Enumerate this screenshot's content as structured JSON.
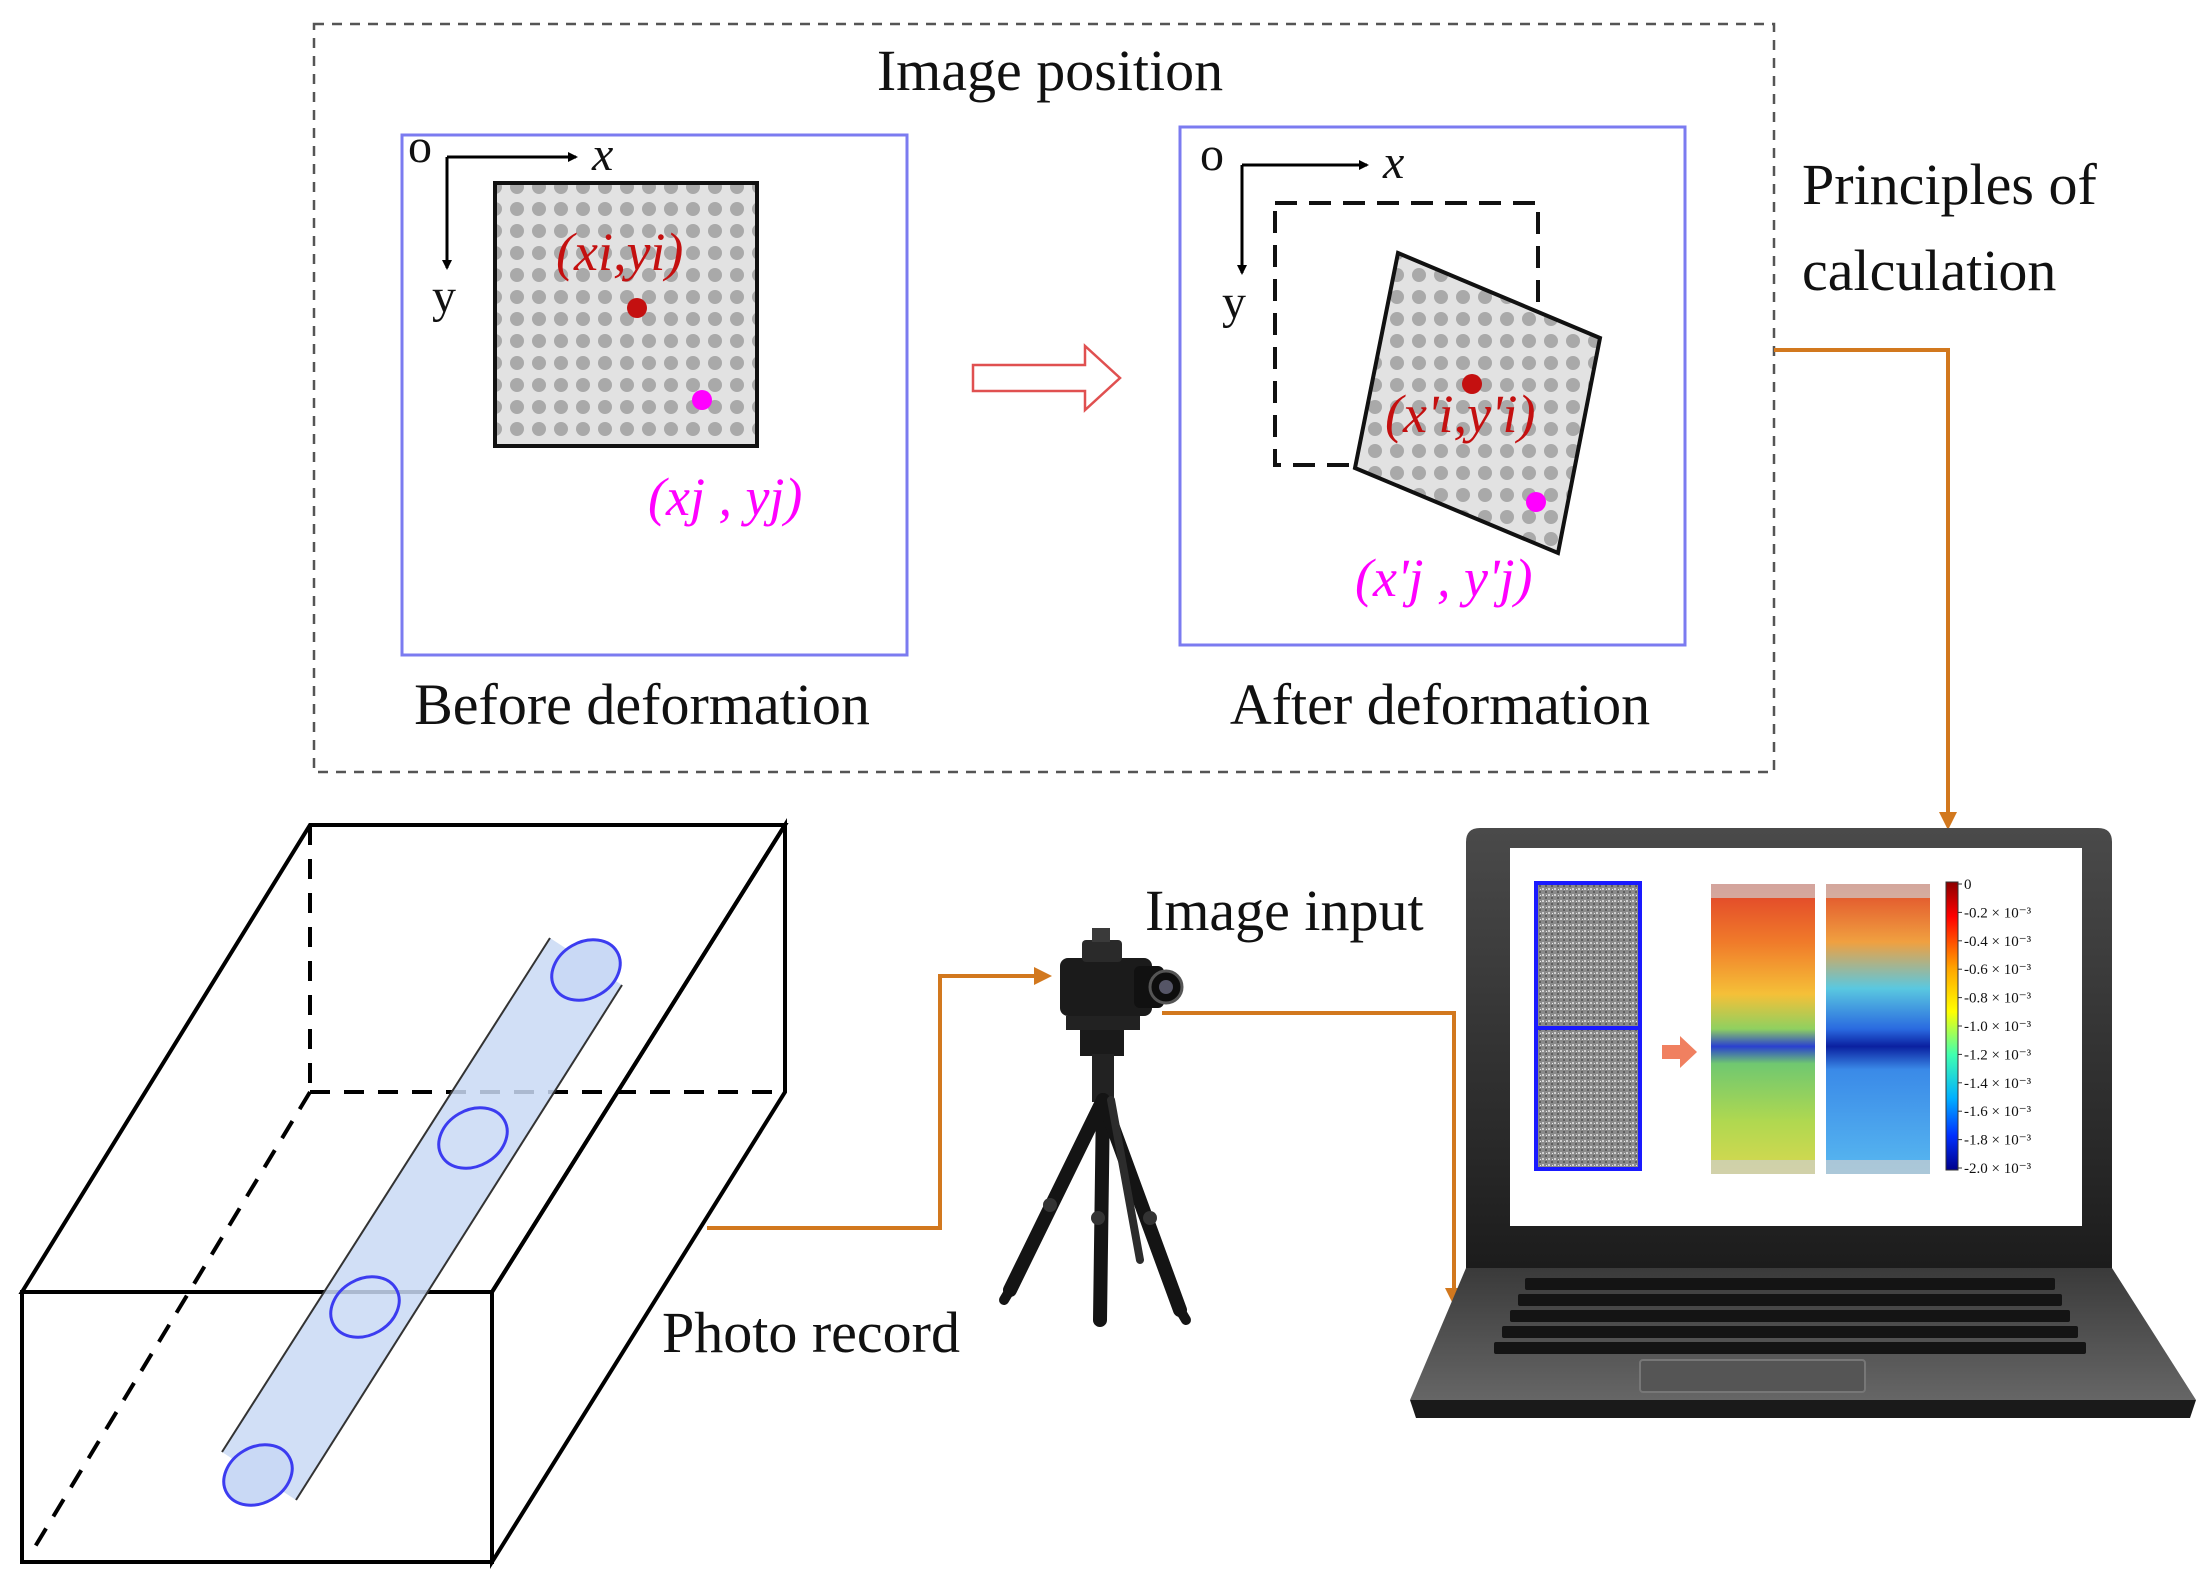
{
  "labels": {
    "image_position": "Image position",
    "principles_line1": "Principles of",
    "principles_line2": "calculation",
    "before": "Before deformation",
    "after": "After deformation",
    "image_input": "Image input",
    "photo_record": "Photo record"
  },
  "before_panel": {
    "origin": "o",
    "x_axis": "x",
    "y_axis": "y",
    "point_i": "(xi,yi)",
    "point_j": "(xj , yj)"
  },
  "after_panel": {
    "origin": "o",
    "x_axis": "x",
    "y_axis": "y",
    "point_i": "(x'i,y'i)",
    "point_j": "(x'j , y'j)"
  },
  "colorbar": {
    "ticks": [
      "0",
      "-0.2 × 10⁻³",
      "-0.4 × 10⁻³",
      "-0.6 × 10⁻³",
      "-0.8 × 10⁻³",
      "-1.0 × 10⁻³",
      "-1.2 × 10⁻³",
      "-1.4 × 10⁻³",
      "-1.6 × 10⁻³",
      "-1.8 × 10⁻³",
      "-2.0 × 10⁻³"
    ]
  },
  "colors": {
    "frame_blue": "#7b7bf0",
    "point_i": "#c41010",
    "point_j": "#ff00ff",
    "connector": "#d2781e",
    "cylinder_fill": "#c9d9f5",
    "cylinder_edge": "#3c3cf0"
  },
  "icons": [
    "camera-icon",
    "tripod-icon",
    "laptop-icon",
    "arrow-right-icon"
  ]
}
